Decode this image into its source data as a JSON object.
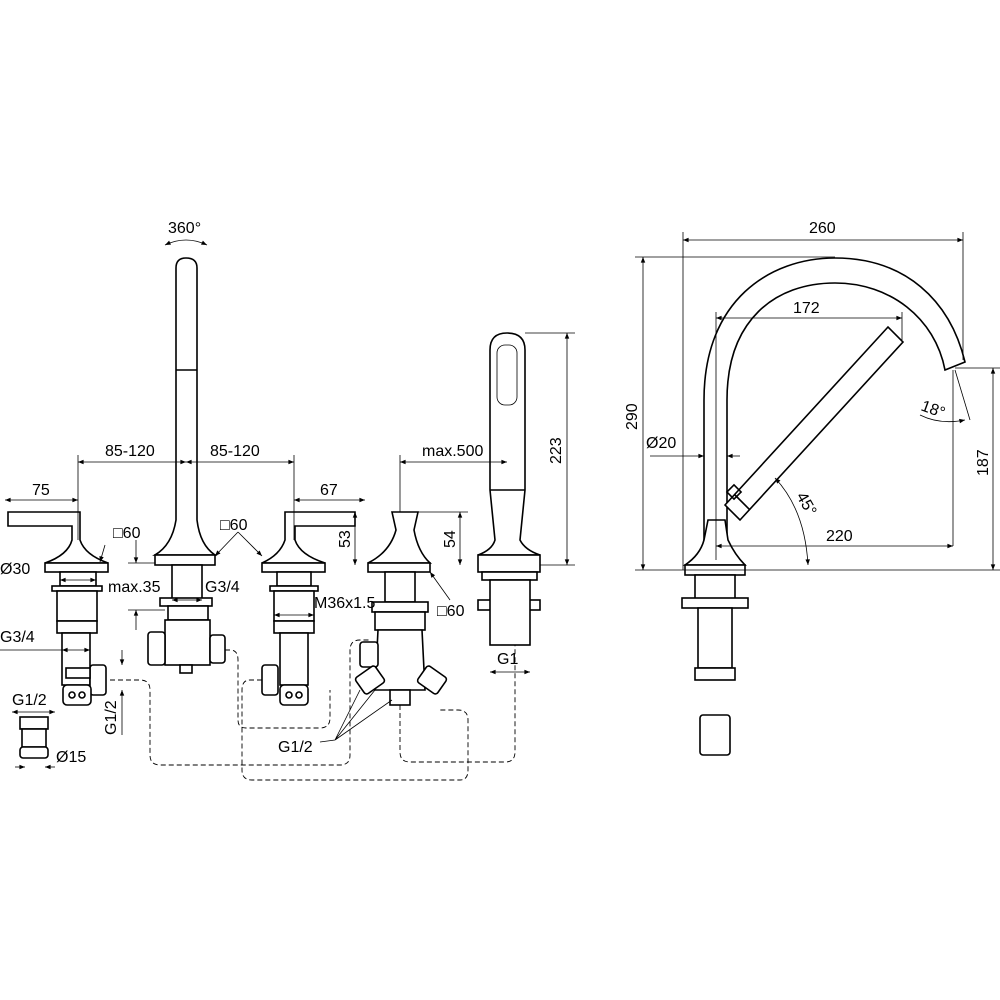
{
  "title": "Bath mixer 4-hole deck-mounted – dimension drawing",
  "labels": {
    "rotation": "360°",
    "spacing_left": "85-120",
    "spacing_right": "85-120",
    "lever_left_width": "75",
    "lever_right_width": "67",
    "hose_length": "max.500",
    "shower_height": "223",
    "lever_height": "53",
    "diverter_height": "54",
    "square_left": "□60",
    "square_center": "□60",
    "square_diverter": "□60",
    "rosette_diameter": "Ø30",
    "deck_thickness": "max.35",
    "thread_spout": "G3/4",
    "thread_valve": "G3/4",
    "thread_diverter": "M36x1.5",
    "thread_shower": "G1",
    "thread_connector": "G1/2",
    "thread_outlet": "G1/2",
    "thread_hoses": "G1/2",
    "connector_diameter": "Ø15",
    "spout_reach": "260",
    "spout_inner": "172",
    "spout_height": "290",
    "spout_angle": "18°",
    "spout_diameter": "Ø20",
    "outlet_height": "187",
    "shower_angle": "45°",
    "shower_reach": "220"
  }
}
